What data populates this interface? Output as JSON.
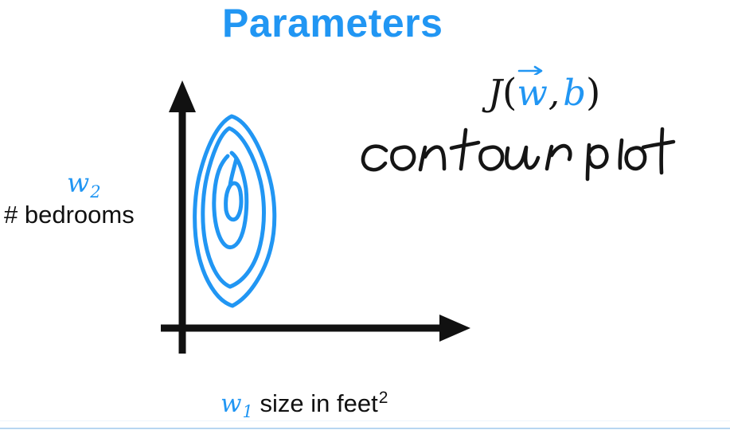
{
  "page": {
    "background": "#ffffff",
    "accent_blue": "#2196f3",
    "ink_black": "#151515",
    "bottom_divider_color": "#b7d6f1"
  },
  "title": "Parameters",
  "cost_function": {
    "j": "J",
    "open_paren": "(",
    "w": "w",
    "comma": ",",
    "b": "b",
    "close_paren": ")"
  },
  "handwritten_note": "contour plot",
  "y_axis": {
    "math_label": "w",
    "math_subscript": "2",
    "description": "# bedrooms"
  },
  "x_axis": {
    "math_label": "w",
    "math_subscript": "1",
    "description": "size in feet",
    "superscript": "2"
  },
  "sketch": {
    "kind": "hand-drawn contour plot",
    "contour_levels": 4,
    "contour_color": "#2196f3",
    "axis_color": "#111111"
  }
}
